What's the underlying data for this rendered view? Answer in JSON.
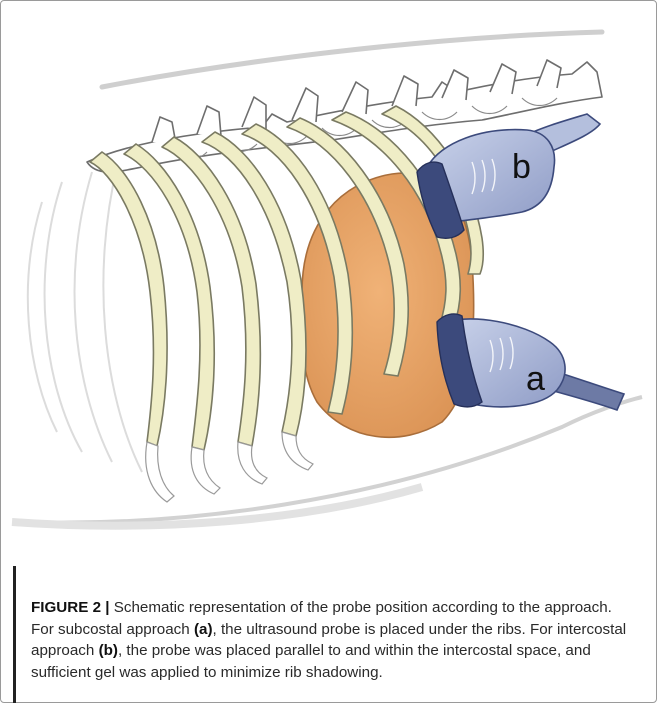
{
  "figure": {
    "label": "FIGURE 2 |",
    "caption_parts": [
      "Schematic representation of the probe position according to the approach. For subcostal approach ",
      "(a)",
      ", the ultrasound probe is placed under the ribs. For intercostal approach ",
      "(b)",
      ", the probe was placed parallel to and within the intercostal space, and sufficient gel was applied to minimize rib shadowing."
    ],
    "probe_labels": {
      "a": "a",
      "b": "b"
    }
  },
  "colors": {
    "rib_fill": "#efedc6",
    "rib_outline": "#7a7a62",
    "liver_fill": "#e8a564",
    "probe_body": "#b4bfdd",
    "probe_head": "#3c4a7c"
  }
}
